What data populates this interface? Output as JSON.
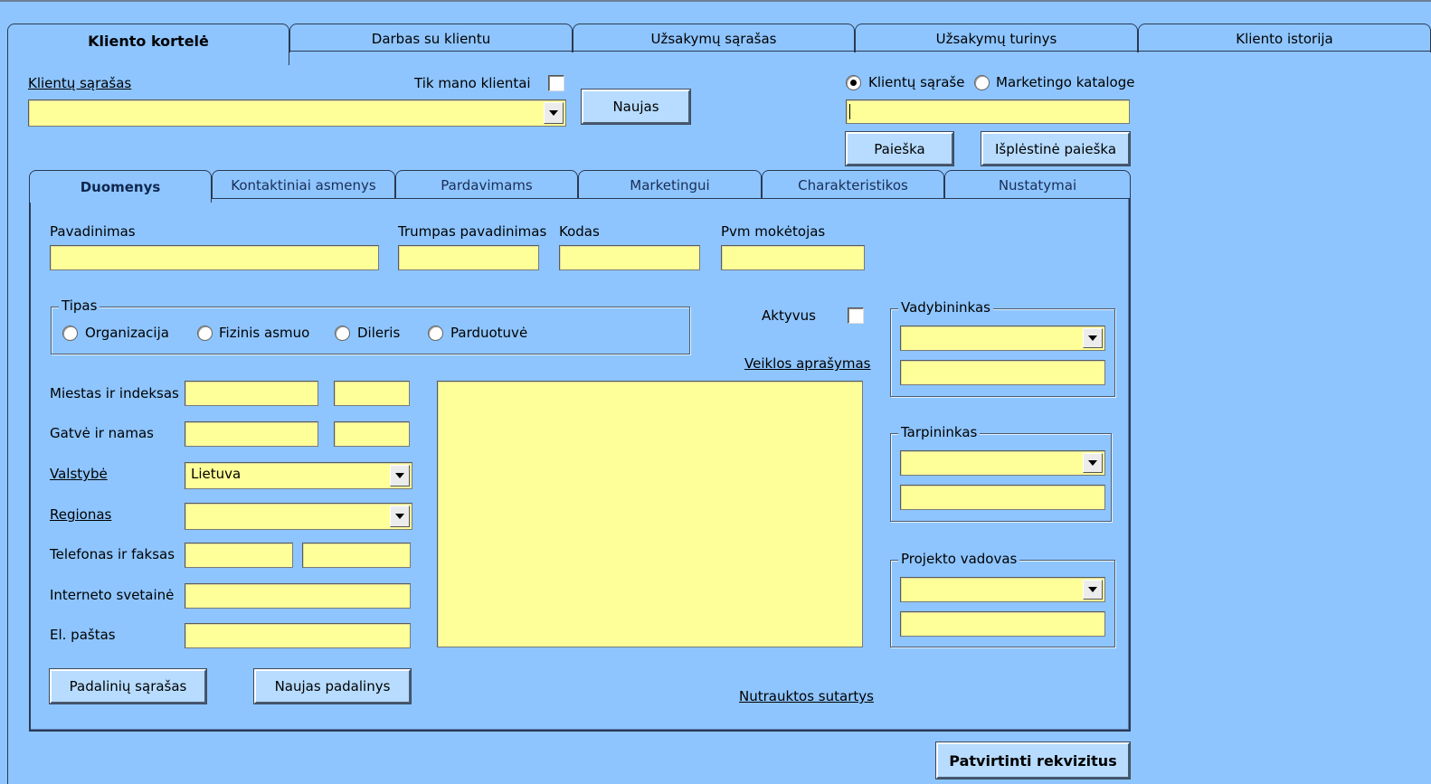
{
  "outer_tabs": [
    "Kliento kortelė",
    "Darbas su klientu",
    "Užsakymų sąrašas",
    "Užsakymų turinys",
    "Kliento istorija"
  ],
  "top": {
    "client_list_label": "Klientų sąrašas",
    "only_my_clients_label": "Tik mano klientai",
    "only_my_clients_checked": false,
    "client_list_value": "",
    "new_button": "Naujas",
    "search_scope_options": [
      "Klientų sąraše",
      "Marketingo kataloge"
    ],
    "search_scope_selected": "Klientų sąraše",
    "search_value": "",
    "search_button": "Paieška",
    "advanced_search_button": "Išplėstinė paieška"
  },
  "inner_tabs": [
    "Duomenys",
    "Kontaktiniai asmenys",
    "Pardavimams",
    "Marketingui",
    "Charakteristikos",
    "Nustatymai"
  ],
  "form": {
    "name_label": "Pavadinimas",
    "short_name_label": "Trumpas pavadinimas",
    "code_label": "Kodas",
    "vat_payer_label": "Pvm mokėtojas",
    "type_legend": "Tipas",
    "type_options": [
      "Organizacija",
      "Fizinis asmuo",
      "Dileris",
      "Parduotuvė"
    ],
    "active_label": "Aktyvus",
    "activity_description_label": "Veiklos aprašymas",
    "city_index_label": "Miestas ir indeksas",
    "street_house_label": "Gatvė ir namas",
    "country_label": "Valstybė",
    "country_value": "Lietuva",
    "region_label": "Regionas",
    "phone_fax_label": "Telefonas ir faksas",
    "website_label": "Interneto svetainė",
    "email_label": "El. paštas",
    "manager_legend": "Vadybininkas",
    "intermediary_legend": "Tarpininkas",
    "project_lead_legend": "Projekto vadovas",
    "divisions_list_button": "Padalinių sąrašas",
    "new_division_button": "Naujas padalinys",
    "terminated_contracts_label": "Nutrauktos sutartys"
  },
  "confirm_button": "Patvirtinti rekvizitus",
  "colors": {
    "background": "#8ec5ff",
    "field": "#ffff99",
    "button": "#b7dcff"
  }
}
